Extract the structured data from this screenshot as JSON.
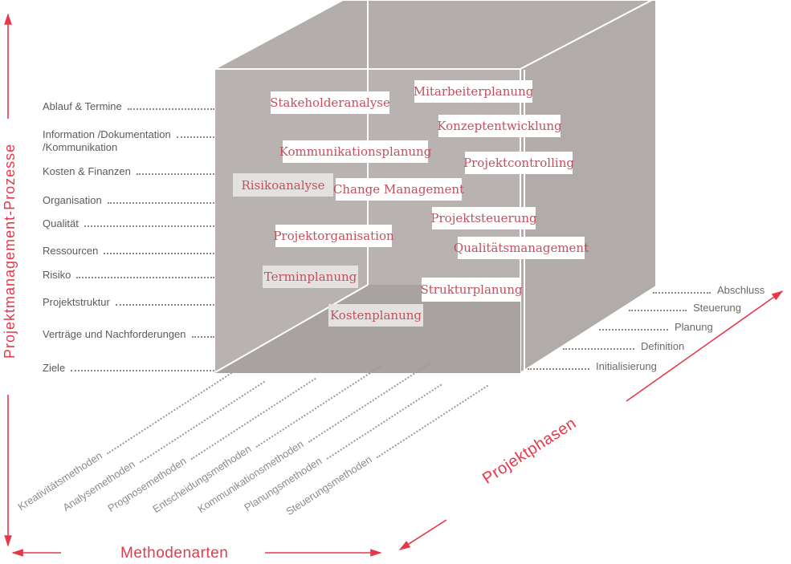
{
  "diagram": {
    "title_hidden": "",
    "processes_axis": {
      "title": "Projektmanagement-Prozesse",
      "items": [
        {
          "label": "Ablauf & Termine"
        },
        {
          "label": "Information /Dokumentation",
          "label2": "/Kommunikation"
        },
        {
          "label": "Kosten & Finanzen"
        },
        {
          "label": "Organisation"
        },
        {
          "label": "Qualität"
        },
        {
          "label": "Ressourcen"
        },
        {
          "label": "Risiko"
        },
        {
          "label": "Projektstruktur"
        },
        {
          "label": "Verträge und Nachforderungen"
        },
        {
          "label": "Ziele"
        }
      ]
    },
    "phases_axis": {
      "title": "Projektphasen",
      "items": [
        {
          "label": "Abschluss"
        },
        {
          "label": "Steuerung"
        },
        {
          "label": "Planung"
        },
        {
          "label": "Definition"
        },
        {
          "label": "Initialisierung"
        }
      ]
    },
    "methods_axis": {
      "title": "Methodenarten",
      "items": [
        {
          "label": "Kreativitätsmethoden"
        },
        {
          "label": "Analysemethoden"
        },
        {
          "label": "Prognosemethoden"
        },
        {
          "label": "Entscheidungsmethoden"
        },
        {
          "label": "Kommunikationsmethoden"
        },
        {
          "label": "Planungsmethoden"
        },
        {
          "label": "Steuerungsmethoden"
        }
      ]
    },
    "boxes": [
      {
        "label": "Stakeholderanalyse",
        "highlighted": false
      },
      {
        "label": "Mitarbeiterplanung",
        "highlighted": false
      },
      {
        "label": "Konzeptentwicklung",
        "highlighted": false
      },
      {
        "label": "Kommunikationsplanung",
        "highlighted": false
      },
      {
        "label": "Projektcontrolling",
        "highlighted": false
      },
      {
        "label": "Risikoanalyse",
        "highlighted": true
      },
      {
        "label": "Change Management",
        "highlighted": false
      },
      {
        "label": "Projektsteuerung",
        "highlighted": false
      },
      {
        "label": "Projektorganisation",
        "highlighted": false
      },
      {
        "label": "Qualitätsmanagement",
        "highlighted": false
      },
      {
        "label": "Terminplanung",
        "highlighted": true
      },
      {
        "label": "Strukturplanung",
        "highlighted": false
      },
      {
        "label": "Kostenplanung",
        "highlighted": true
      }
    ],
    "colors": {
      "accent": "#e7384b",
      "box_text": "#c2505c",
      "face_top": "#b3aeab",
      "face_right": "#b1aca9",
      "face_front": "#b8b3b0",
      "face_floor": "#a8a3a0",
      "edge": "#ffffff"
    }
  }
}
